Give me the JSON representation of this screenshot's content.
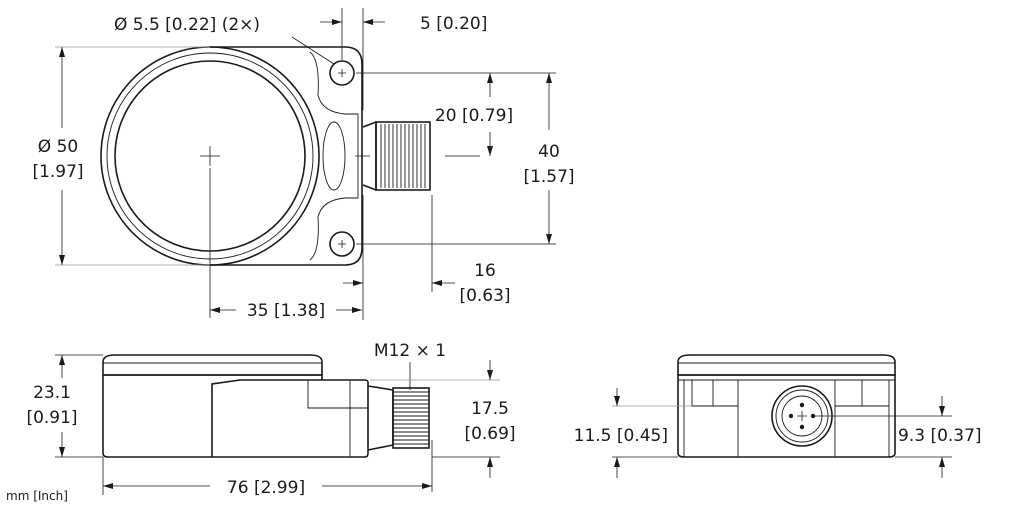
{
  "units_note": "mm [Inch]",
  "top_view": {
    "hole_diameter": "Ø 5.5 [0.22] (2×)",
    "hole_offset": "5 [0.20]",
    "body_diameter_mm": "Ø 50",
    "body_diameter_in": "[1.97]",
    "connector_offset": "20 [0.79]",
    "hole_spacing_mm": "40",
    "hole_spacing_in": "[1.57]",
    "connector_length_mm": "16",
    "connector_length_in": "[0.63]",
    "center_to_edge": "35 [1.38]"
  },
  "side_view": {
    "thread": "M12 × 1",
    "height_mm": "23.1",
    "height_in": "[0.91]",
    "connector_height_mm": "17.5",
    "connector_height_in": "[0.69]",
    "total_length": "76 [2.99]"
  },
  "front_view": {
    "tab_height": "11.5 [0.45]",
    "connector_axis_height": "9.3 [0.37]"
  }
}
